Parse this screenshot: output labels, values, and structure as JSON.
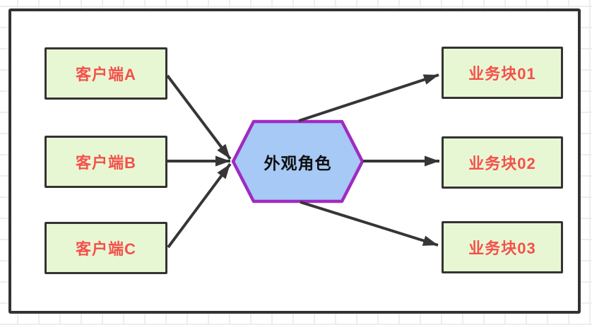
{
  "diagram": {
    "clients": [
      {
        "label": "客户端A"
      },
      {
        "label": "客户端B"
      },
      {
        "label": "客户端C"
      }
    ],
    "facade": {
      "label": "外观角色"
    },
    "modules": [
      {
        "label": "业务块01"
      },
      {
        "label": "业务块02"
      },
      {
        "label": "业务块03"
      }
    ],
    "connections": [
      {
        "from": "客户端A",
        "to": "外观角色"
      },
      {
        "from": "客户端B",
        "to": "外观角色"
      },
      {
        "from": "客户端C",
        "to": "外观角色"
      },
      {
        "from": "外观角色",
        "to": "业务块01"
      },
      {
        "from": "外观角色",
        "to": "业务块02"
      },
      {
        "from": "外观角色",
        "to": "业务块03"
      }
    ],
    "colors": {
      "node_fill": "#e8f7d3",
      "node_border": "#333333",
      "node_text": "#f5504b",
      "facade_fill": "#a6c9f5",
      "facade_border": "#9f2bc2",
      "facade_text": "#0f0f0f",
      "arrow": "#363636",
      "frame_border": "#333333",
      "grid_line": "#ededed",
      "background": "#ffffff"
    }
  }
}
